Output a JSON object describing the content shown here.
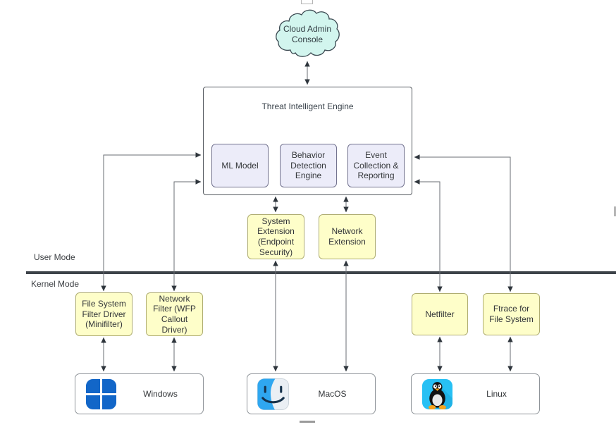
{
  "diagram": {
    "cloud": {
      "label": "Cloud Admin Console"
    },
    "engine": {
      "title": "Threat Intelligent Engine",
      "modules": [
        {
          "label": "ML Model"
        },
        {
          "label": "Behavior Detection Engine"
        },
        {
          "label": "Event Collection & Reporting"
        }
      ]
    },
    "user_mode_extensions": [
      {
        "label": "System Extension (Endpoint Security)"
      },
      {
        "label": "Network Extension"
      }
    ],
    "mode_labels": {
      "user": "User Mode",
      "kernel": "Kernel Mode"
    },
    "kernel_drivers": [
      {
        "label": "File System Filter Driver (Minifilter)"
      },
      {
        "label": "Network Filter (WFP Callout Driver)"
      },
      {
        "label": "Netfilter"
      },
      {
        "label": "Ftrace for File System"
      }
    ],
    "os_nodes": [
      {
        "label": "Windows",
        "icon": "windows-logo-icon"
      },
      {
        "label": "MacOS",
        "icon": "finder-logo-icon"
      },
      {
        "label": "Linux",
        "icon": "tux-logo-icon"
      }
    ],
    "colors": {
      "cloud_fill": "#D2F5EE",
      "cloud_stroke": "#3C4A52",
      "module_fill": "#ECECF9",
      "module_stroke": "#73738F",
      "driver_fill": "#FEFEC9",
      "driver_stroke": "#AFAD72",
      "engine_stroke": "#54595F",
      "os_stroke": "#8F9499",
      "connector_line": "#6A6E73",
      "arrowhead": "#2E353C",
      "mode_divider": "#3D4349",
      "windows_blue": "#1266C8",
      "finder_blue": "#2FA7F0",
      "tux_background_cyan": "#27C0F4"
    }
  }
}
